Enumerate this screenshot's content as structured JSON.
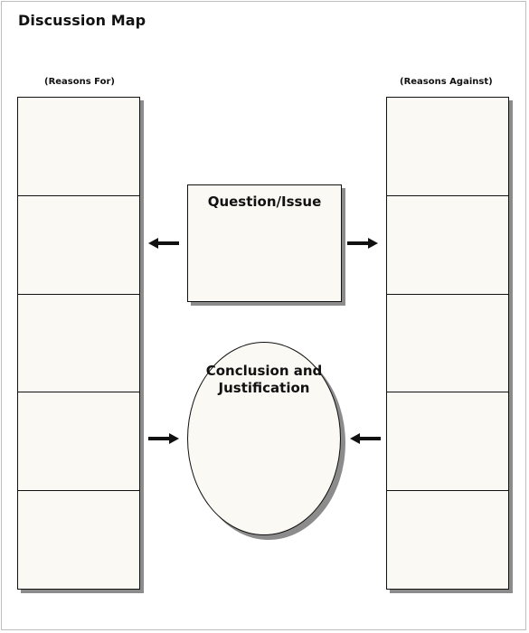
{
  "title": "Discussion Map",
  "columns": {
    "left_label": "(Reasons For)",
    "right_label": "(Reasons Against)",
    "rows_per_column": 5
  },
  "center": {
    "question_label": "Question/Issue",
    "conclusion_label": "Conclusion and Justification"
  },
  "colors": {
    "stroke": "#111111",
    "box_fill": "#fbf9f4",
    "shadow": "#8c8c8c"
  }
}
